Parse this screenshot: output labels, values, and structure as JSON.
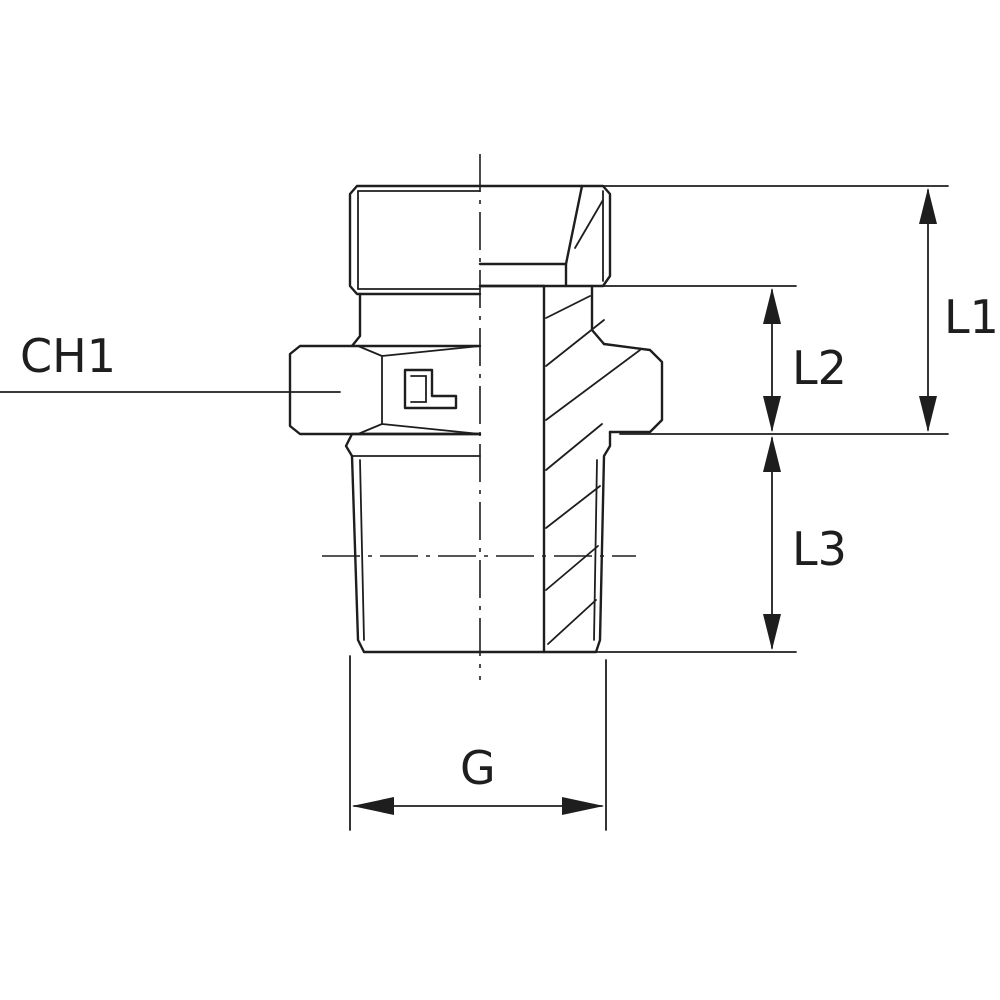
{
  "diagram": {
    "labels": {
      "ch1": "CH1",
      "l1": "L1",
      "l2": "L2",
      "l3": "L3",
      "g": "G"
    }
  }
}
